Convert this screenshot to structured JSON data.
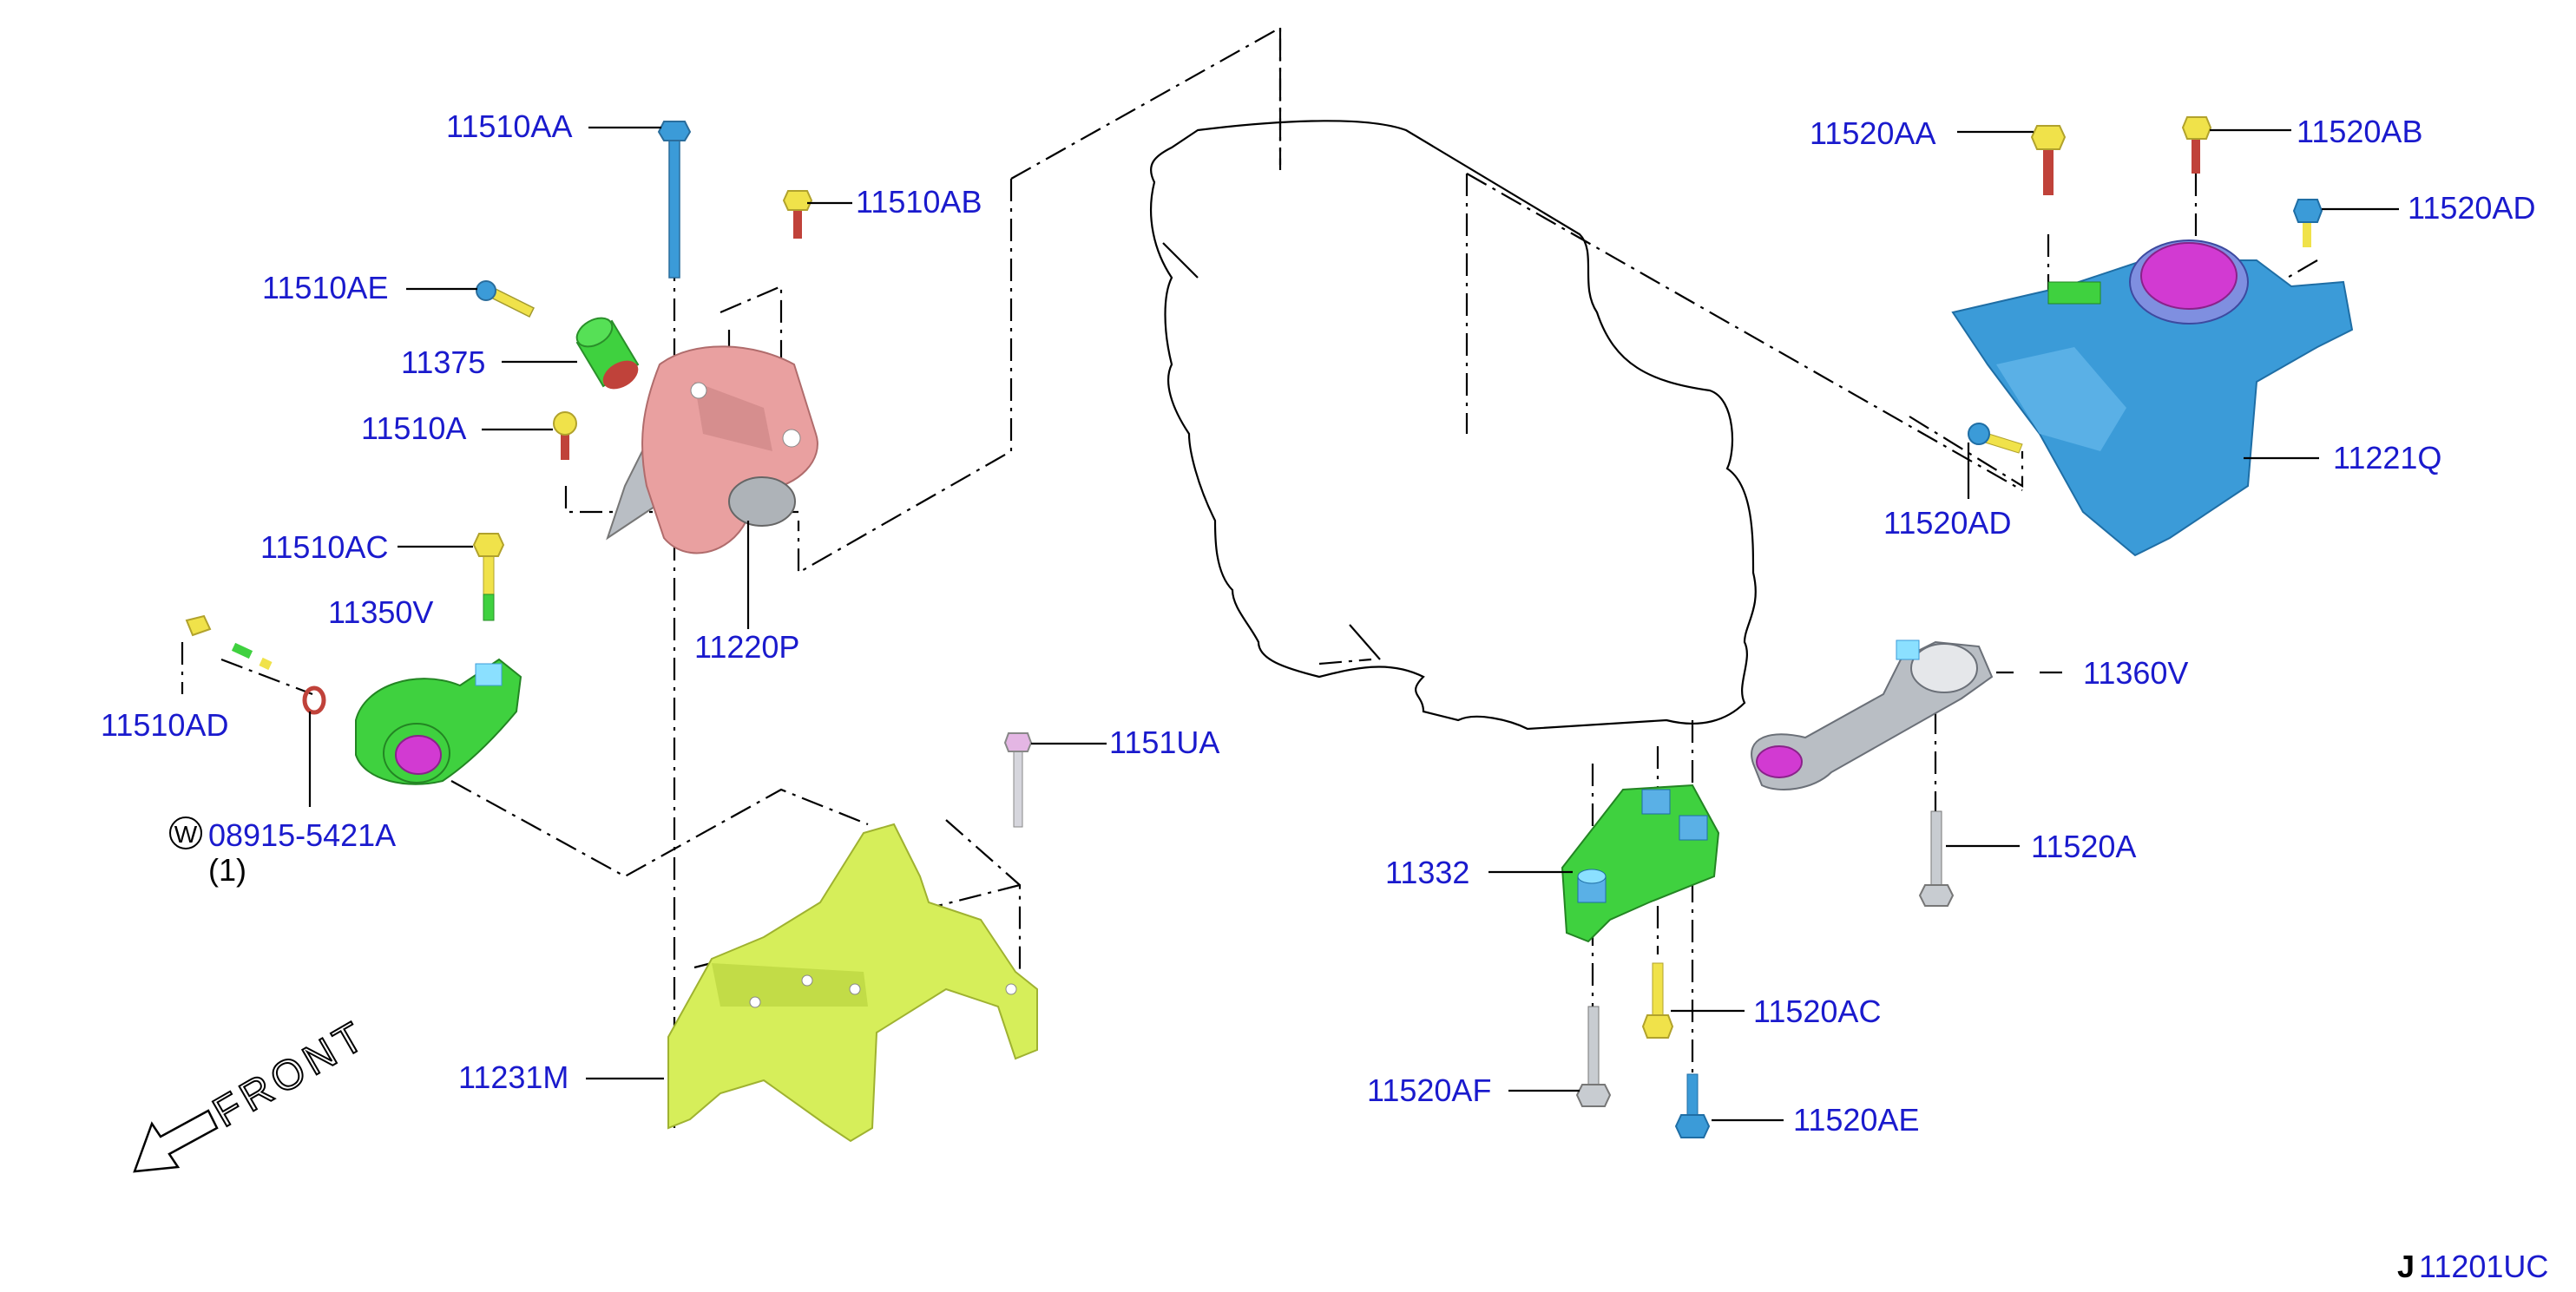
{
  "diagram_code": {
    "prefix": "J",
    "number": "11201UC"
  },
  "front_label": "FRONT",
  "washer_symbol": "W",
  "colors": {
    "label": "#1a1acd",
    "pink_part": "#e9a0a0",
    "blue_part": "#3b9bd8",
    "green_part": "#3fd13f",
    "lime_part": "#d6ee5a",
    "gray_part": "#b9bec4",
    "magenta": "#d23ad2",
    "yellow_bolt": "#f0e24a",
    "red_bolt": "#c0423a"
  },
  "parts": [
    {
      "id": "p1",
      "label": "11510AA"
    },
    {
      "id": "p2",
      "label": "11510AB"
    },
    {
      "id": "p3",
      "label": "11510AE"
    },
    {
      "id": "p4",
      "label": "11375"
    },
    {
      "id": "p5",
      "label": "11510A"
    },
    {
      "id": "p6",
      "label": "11510AC"
    },
    {
      "id": "p7",
      "label": "11350V"
    },
    {
      "id": "p8",
      "label": "11510AD"
    },
    {
      "id": "p9",
      "label": "08915-5421A"
    },
    {
      "id": "p10",
      "label": "(1)"
    },
    {
      "id": "p11",
      "label": "11220P"
    },
    {
      "id": "p12",
      "label": "1151UA"
    },
    {
      "id": "p13",
      "label": "11231M"
    },
    {
      "id": "p14",
      "label": "11520AA"
    },
    {
      "id": "p15",
      "label": "11520AB"
    },
    {
      "id": "p16",
      "label": "11520AD"
    },
    {
      "id": "p17",
      "label": "11221Q"
    },
    {
      "id": "p18",
      "label": "11520AD"
    },
    {
      "id": "p19",
      "label": "11360V"
    },
    {
      "id": "p20",
      "label": "11520A"
    },
    {
      "id": "p21",
      "label": "11332"
    },
    {
      "id": "p22",
      "label": "11520AC"
    },
    {
      "id": "p23",
      "label": "11520AF"
    },
    {
      "id": "p24",
      "label": "11520AE"
    }
  ]
}
